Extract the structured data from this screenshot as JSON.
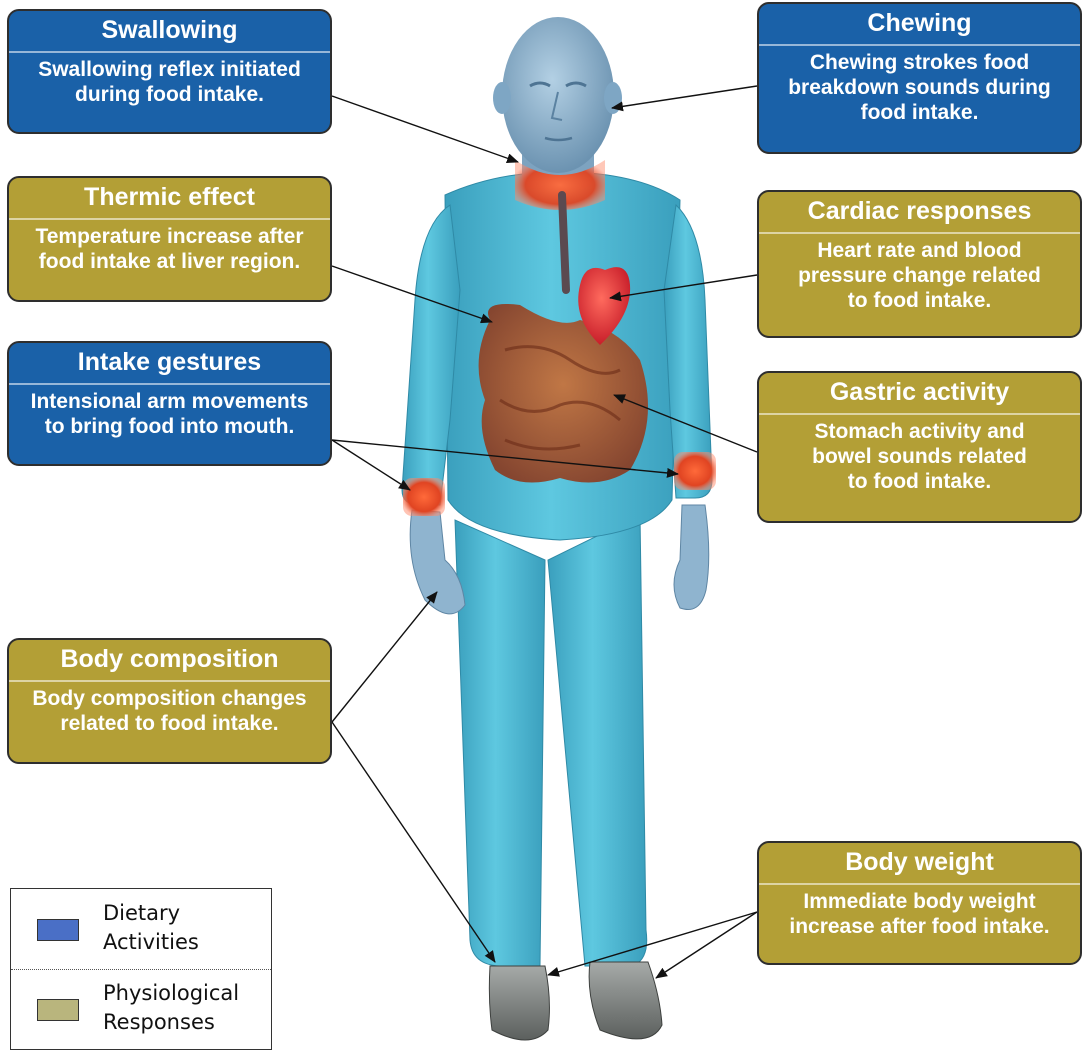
{
  "colors": {
    "dietary": "#1a61a8",
    "physiological": "#b39f36",
    "legend_dietary_swatch": "#4a6fc6",
    "legend_physio_swatch": "#b9b57d",
    "skin": "#8fb4cf",
    "clothing": "#4fb8d3",
    "organs": "#b8582a",
    "heart": "#e83838",
    "sensor_glow": "#ee5530",
    "shoes": "#8b8e8c"
  },
  "boxes": {
    "swallowing": {
      "title": "Swallowing",
      "desc": "Swallowing reflex initiated\nduring food intake."
    },
    "chewing": {
      "title": "Chewing",
      "desc": "Chewing strokes food\nbreakdown sounds during\nfood intake."
    },
    "thermic": {
      "title": "Thermic effect",
      "desc": "Temperature increase after\nfood intake at liver region."
    },
    "cardiac": {
      "title": "Cardiac responses",
      "desc": "Heart rate and blood\npressure change related\nto food intake."
    },
    "intake": {
      "title": "Intake gestures",
      "desc": "Intensional arm movements\nto bring food into mouth."
    },
    "gastric": {
      "title": "Gastric activity",
      "desc": "Stomach activity and\nbowel sounds related\nto food intake."
    },
    "composition": {
      "title": "Body composition",
      "desc": "Body composition changes\nrelated to food intake."
    },
    "weight": {
      "title": "Body weight",
      "desc": "Immediate body weight\nincrease after food intake."
    }
  },
  "legend": {
    "dietary_label": "Dietary\nActivities",
    "physiological_label": "Physiological\nResponses"
  }
}
